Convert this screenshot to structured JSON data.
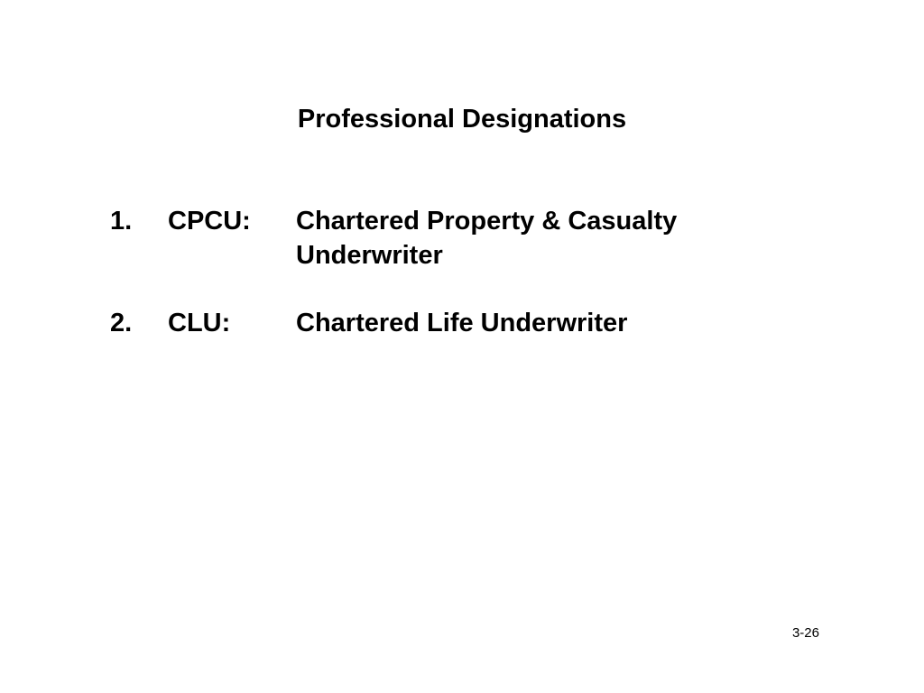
{
  "slide": {
    "title": "Professional Designations",
    "items": [
      {
        "number": "1.",
        "code": "CPCU:",
        "description_lines": [
          "Chartered Property & Casualty",
          "Underwriter"
        ]
      },
      {
        "number": "2.",
        "code": "CLU:",
        "description_lines": [
          "Chartered Life Underwriter"
        ]
      }
    ],
    "page_number": "3-26"
  }
}
